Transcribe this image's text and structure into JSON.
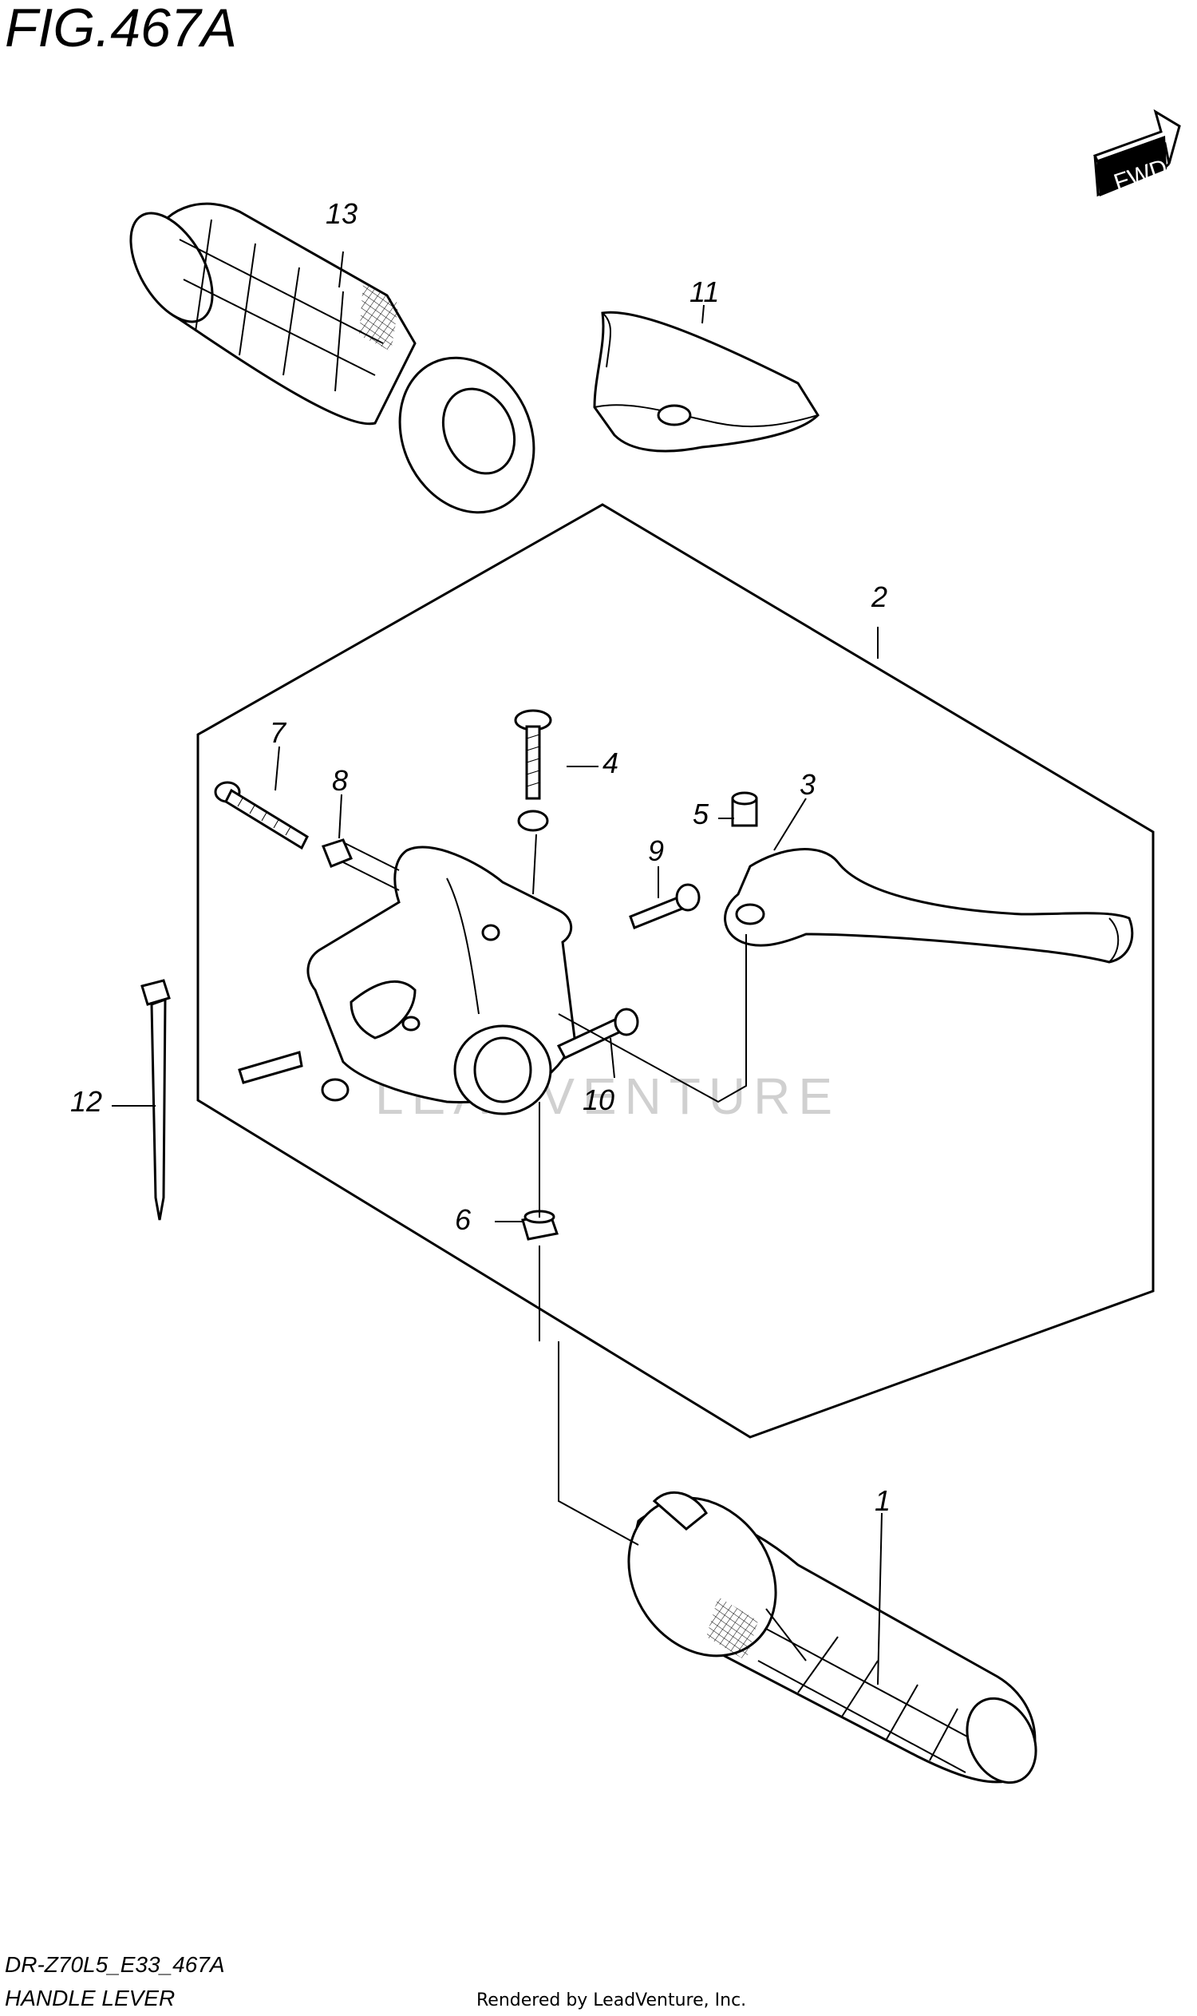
{
  "figure": {
    "title": "FIG.467A",
    "model_code": "DR-Z70L5_E33_467A",
    "subtitle": "HANDLE LEVER",
    "rendered_by": "Rendered by LeadVenture, Inc.",
    "watermark": "LEADVENTURE",
    "fwd_label": "FWD"
  },
  "callouts": [
    {
      "id": "callout-1",
      "label": "1"
    },
    {
      "id": "callout-2",
      "label": "2"
    },
    {
      "id": "callout-3",
      "label": "3"
    },
    {
      "id": "callout-4",
      "label": "4"
    },
    {
      "id": "callout-5",
      "label": "5"
    },
    {
      "id": "callout-6",
      "label": "6"
    },
    {
      "id": "callout-7",
      "label": "7"
    },
    {
      "id": "callout-8",
      "label": "8"
    },
    {
      "id": "callout-9",
      "label": "9"
    },
    {
      "id": "callout-10",
      "label": "10"
    },
    {
      "id": "callout-11",
      "label": "11"
    },
    {
      "id": "callout-12",
      "label": "12"
    },
    {
      "id": "callout-13",
      "label": "13"
    }
  ]
}
